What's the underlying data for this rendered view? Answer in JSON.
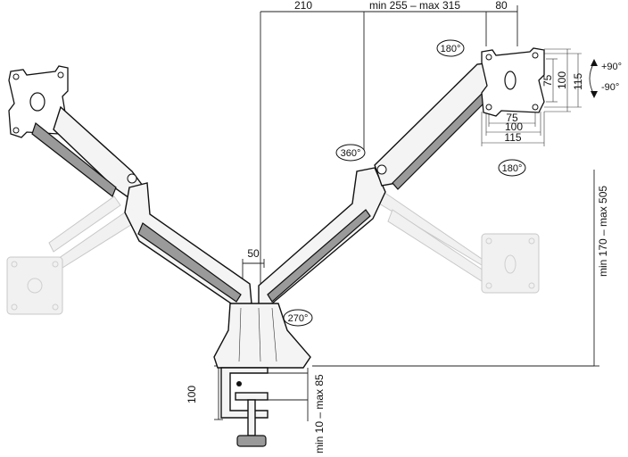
{
  "dimensions": {
    "top_offset": "210",
    "arm_reach": "min 255 – max 315",
    "plate_offset": "80",
    "pole_width": "50",
    "height_range": "min 170 – max 505",
    "clamp_height": "100",
    "desk_thickness": "min 10 – max 85",
    "vesa_h_75": "75",
    "vesa_h_100": "100",
    "vesa_h_115": "115",
    "vesa_w_75": "75",
    "vesa_w_100": "100",
    "vesa_w_115": "115"
  },
  "rotations": {
    "rotate_top": "180°",
    "swivel_arm": "360°",
    "rotate_bottom": "180°",
    "swivel_base": "270°",
    "tilt_up": "+90°",
    "tilt_down": "-90°"
  }
}
